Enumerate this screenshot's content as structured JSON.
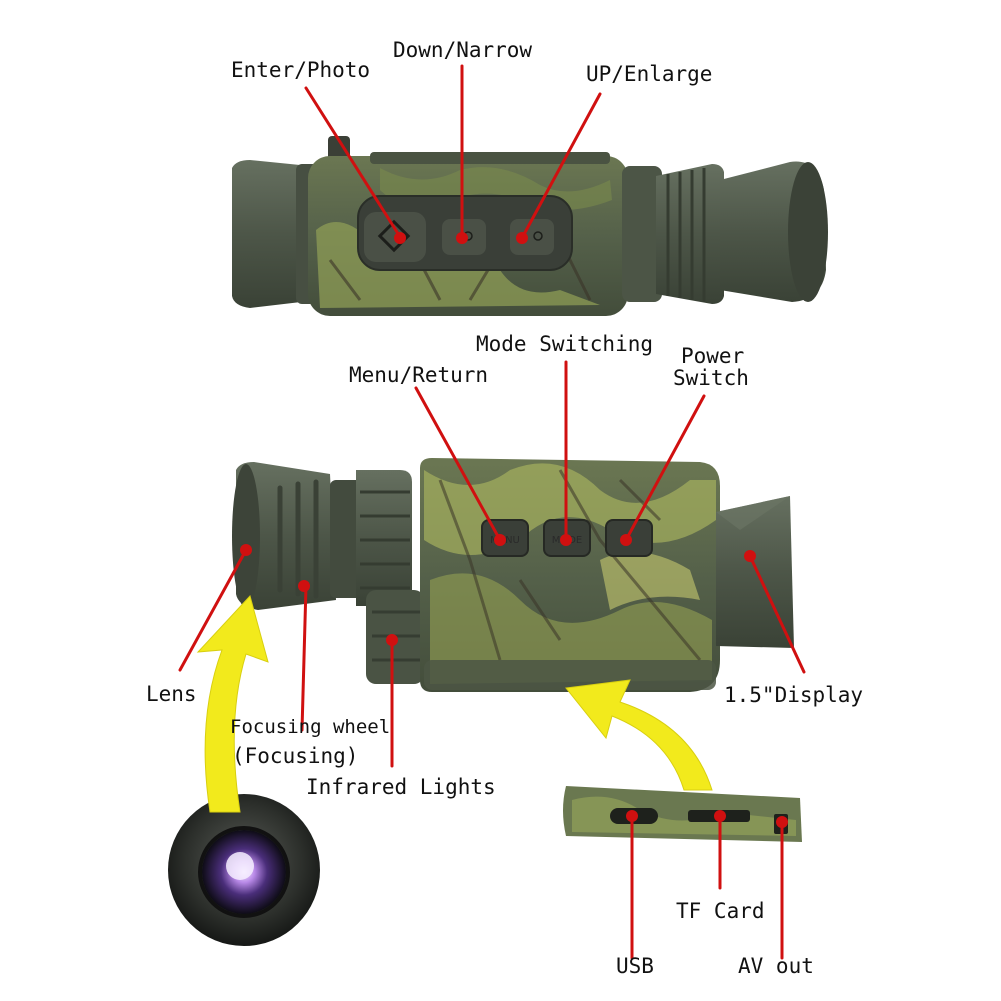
{
  "labels": {
    "enter_photo": "Enter/Photo",
    "down_narrow": "Down/Narrow",
    "up_enlarge": "UP/Enlarge",
    "mode_switching": "Mode Switching",
    "menu_return": "Menu/Return",
    "power_line1": "Power",
    "power_line2": "Switch",
    "lens": "Lens",
    "focusing_wheel": "Focusing wheel",
    "focusing": "(Focusing)",
    "infrared_lights": "Infrared Lights",
    "display": "1.5\"Display",
    "tf_card": "TF Card",
    "usb": "USB",
    "av_out": "AV out"
  },
  "buttons": {
    "menu": "MENU",
    "mode": "MODE"
  },
  "colors": {
    "pointer": "#d01010",
    "arrow": "#f2ea1c",
    "body": "#55614a",
    "camo_light": "#9aa85a",
    "camo_dark": "#3e4a38",
    "rubber": "#4d5648",
    "button": "#3a3f38"
  }
}
